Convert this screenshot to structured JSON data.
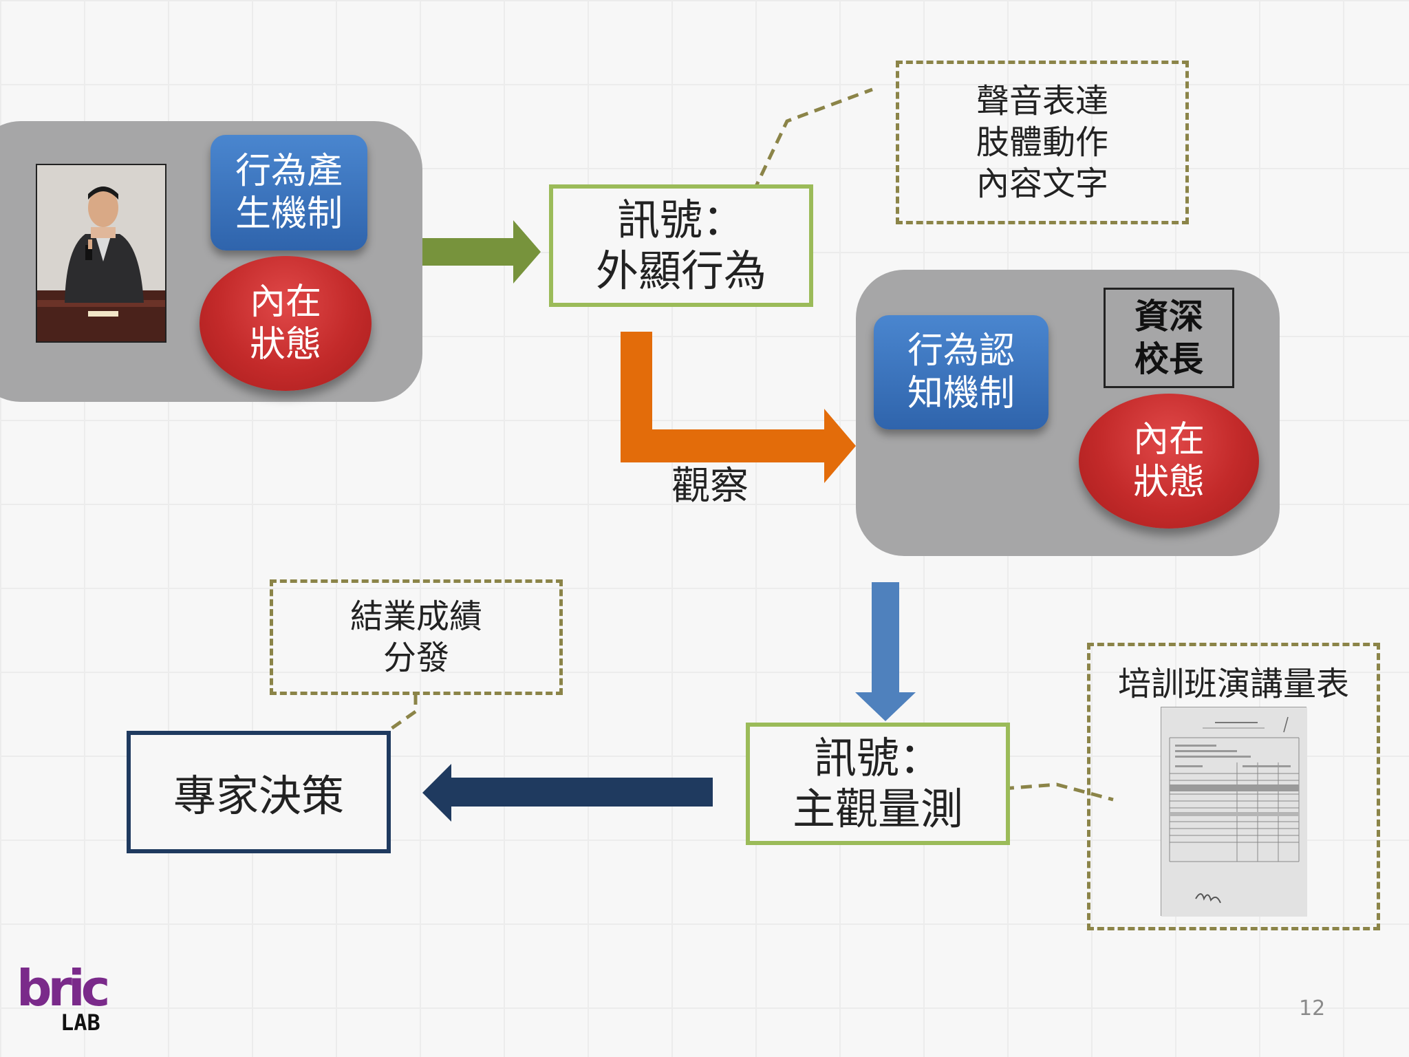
{
  "person_box": {
    "mechanism": [
      "行為產",
      "生機制"
    ],
    "state": [
      "內在",
      "狀態"
    ]
  },
  "signal_top": [
    "訊號：",
    "外顯行為"
  ],
  "signal_top_details": [
    "聲音表達",
    "肢體動作",
    "內容文字"
  ],
  "observe_label": "觀察",
  "principal_box": {
    "mechanism": [
      "行為認",
      "知機制"
    ],
    "state": [
      "內在",
      "狀態"
    ],
    "role": [
      "資深",
      "校長"
    ]
  },
  "signal_bottom": [
    "訊號：",
    "主觀量測"
  ],
  "scale_box": {
    "title": "培訓班演講量表"
  },
  "grades_box": [
    "結業成績",
    "分發"
  ],
  "expert_decision": "專家決策",
  "logo": {
    "text_top": "bric",
    "text_bottom": "LAB"
  },
  "page_number": "12",
  "colors": {
    "panel_gray": "#a6a6a7",
    "blue": "#3b74bd",
    "red": "#c32a2a",
    "green_border": "#9bbb59",
    "green_arrow": "#77933c",
    "orange_arrow": "#e36c0a",
    "blue_arrow": "#4f81bd",
    "navy_arrow": "#1f3a5f",
    "dash_olive": "#8b8448",
    "logo_purple": "#7a2a8a"
  }
}
